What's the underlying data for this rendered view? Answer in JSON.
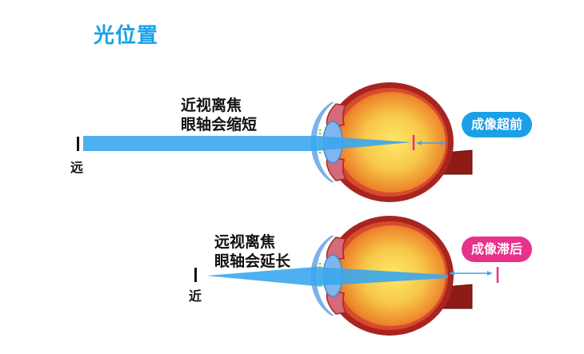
{
  "title": "光位置",
  "top_panel": {
    "caption_line1": "近视离焦",
    "caption_line2": "眼轴会缩短",
    "distance_label": "远",
    "badge": "成像超前",
    "badge_color": "#1aa0e8"
  },
  "bottom_panel": {
    "caption_line1": "远视离焦",
    "caption_line2": "眼轴会延长",
    "distance_label": "近",
    "badge": "成像滞后",
    "badge_color": "#e8318a"
  },
  "colors": {
    "beam": "#3aa7ee",
    "sclera": "#a8251f",
    "focus_marker": "#e8318a"
  }
}
